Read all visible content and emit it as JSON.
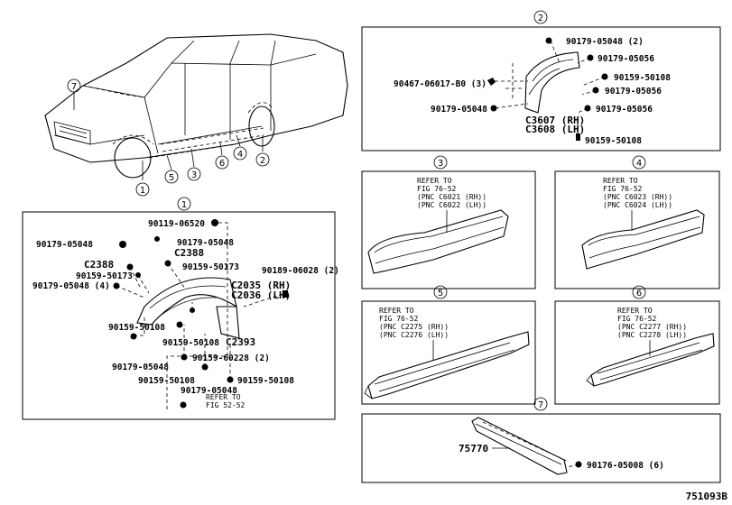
{
  "callouts": [
    "1",
    "2",
    "3",
    "4",
    "5",
    "6",
    "7"
  ],
  "car_callouts": [
    "7",
    "1",
    "5",
    "3",
    "6",
    "4",
    "2"
  ],
  "panel1": {
    "parts": [
      "90119-06520",
      "90179-05048",
      "90179-05048",
      "C2388",
      "C2388",
      "90159-50173",
      "90159-50173",
      "90179-05048 (4)",
      "90189-06028 (2)",
      "C2035 (RH)",
      "C2036 (LH)",
      "90159-50108",
      "90159-50108",
      "C2393",
      "90179-05048",
      "90159-60228 (2)",
      "90159-50108",
      "90179-05048",
      "90159-50108"
    ],
    "refer": [
      "REFER TO",
      "FIG 52-52"
    ]
  },
  "panel2": {
    "parts": [
      "90179-05048 (2)",
      "90179-05056",
      "90159-50108",
      "90467-06017-B0 (3)",
      "90179-05056",
      "90179-05048",
      "90179-05056",
      "C3607 (RH)",
      "C3608 (LH)",
      "90159-50108"
    ]
  },
  "panel3": {
    "refer": [
      "REFER TO",
      "FIG 76-52",
      "(PNC C6021 (RH))",
      "(PNC C6022 (LH))"
    ]
  },
  "panel4": {
    "refer": [
      "REFER TO",
      "FIG 76-52",
      "(PNC C6023 (RH))",
      "(PNC C6024 (LH))"
    ]
  },
  "panel5": {
    "refer": [
      "REFER TO",
      "FIG 76-52",
      "(PNC C2275 (RH))",
      "(PNC C2276 (LH))"
    ]
  },
  "panel6": {
    "refer": [
      "REFER TO",
      "FIG 76-52",
      "(PNC C2277 (RH))",
      "(PNC C2278 (LH))"
    ]
  },
  "panel7": {
    "parts": [
      "75770",
      "90176-05008 (6)"
    ]
  },
  "figure_id": "751093B"
}
